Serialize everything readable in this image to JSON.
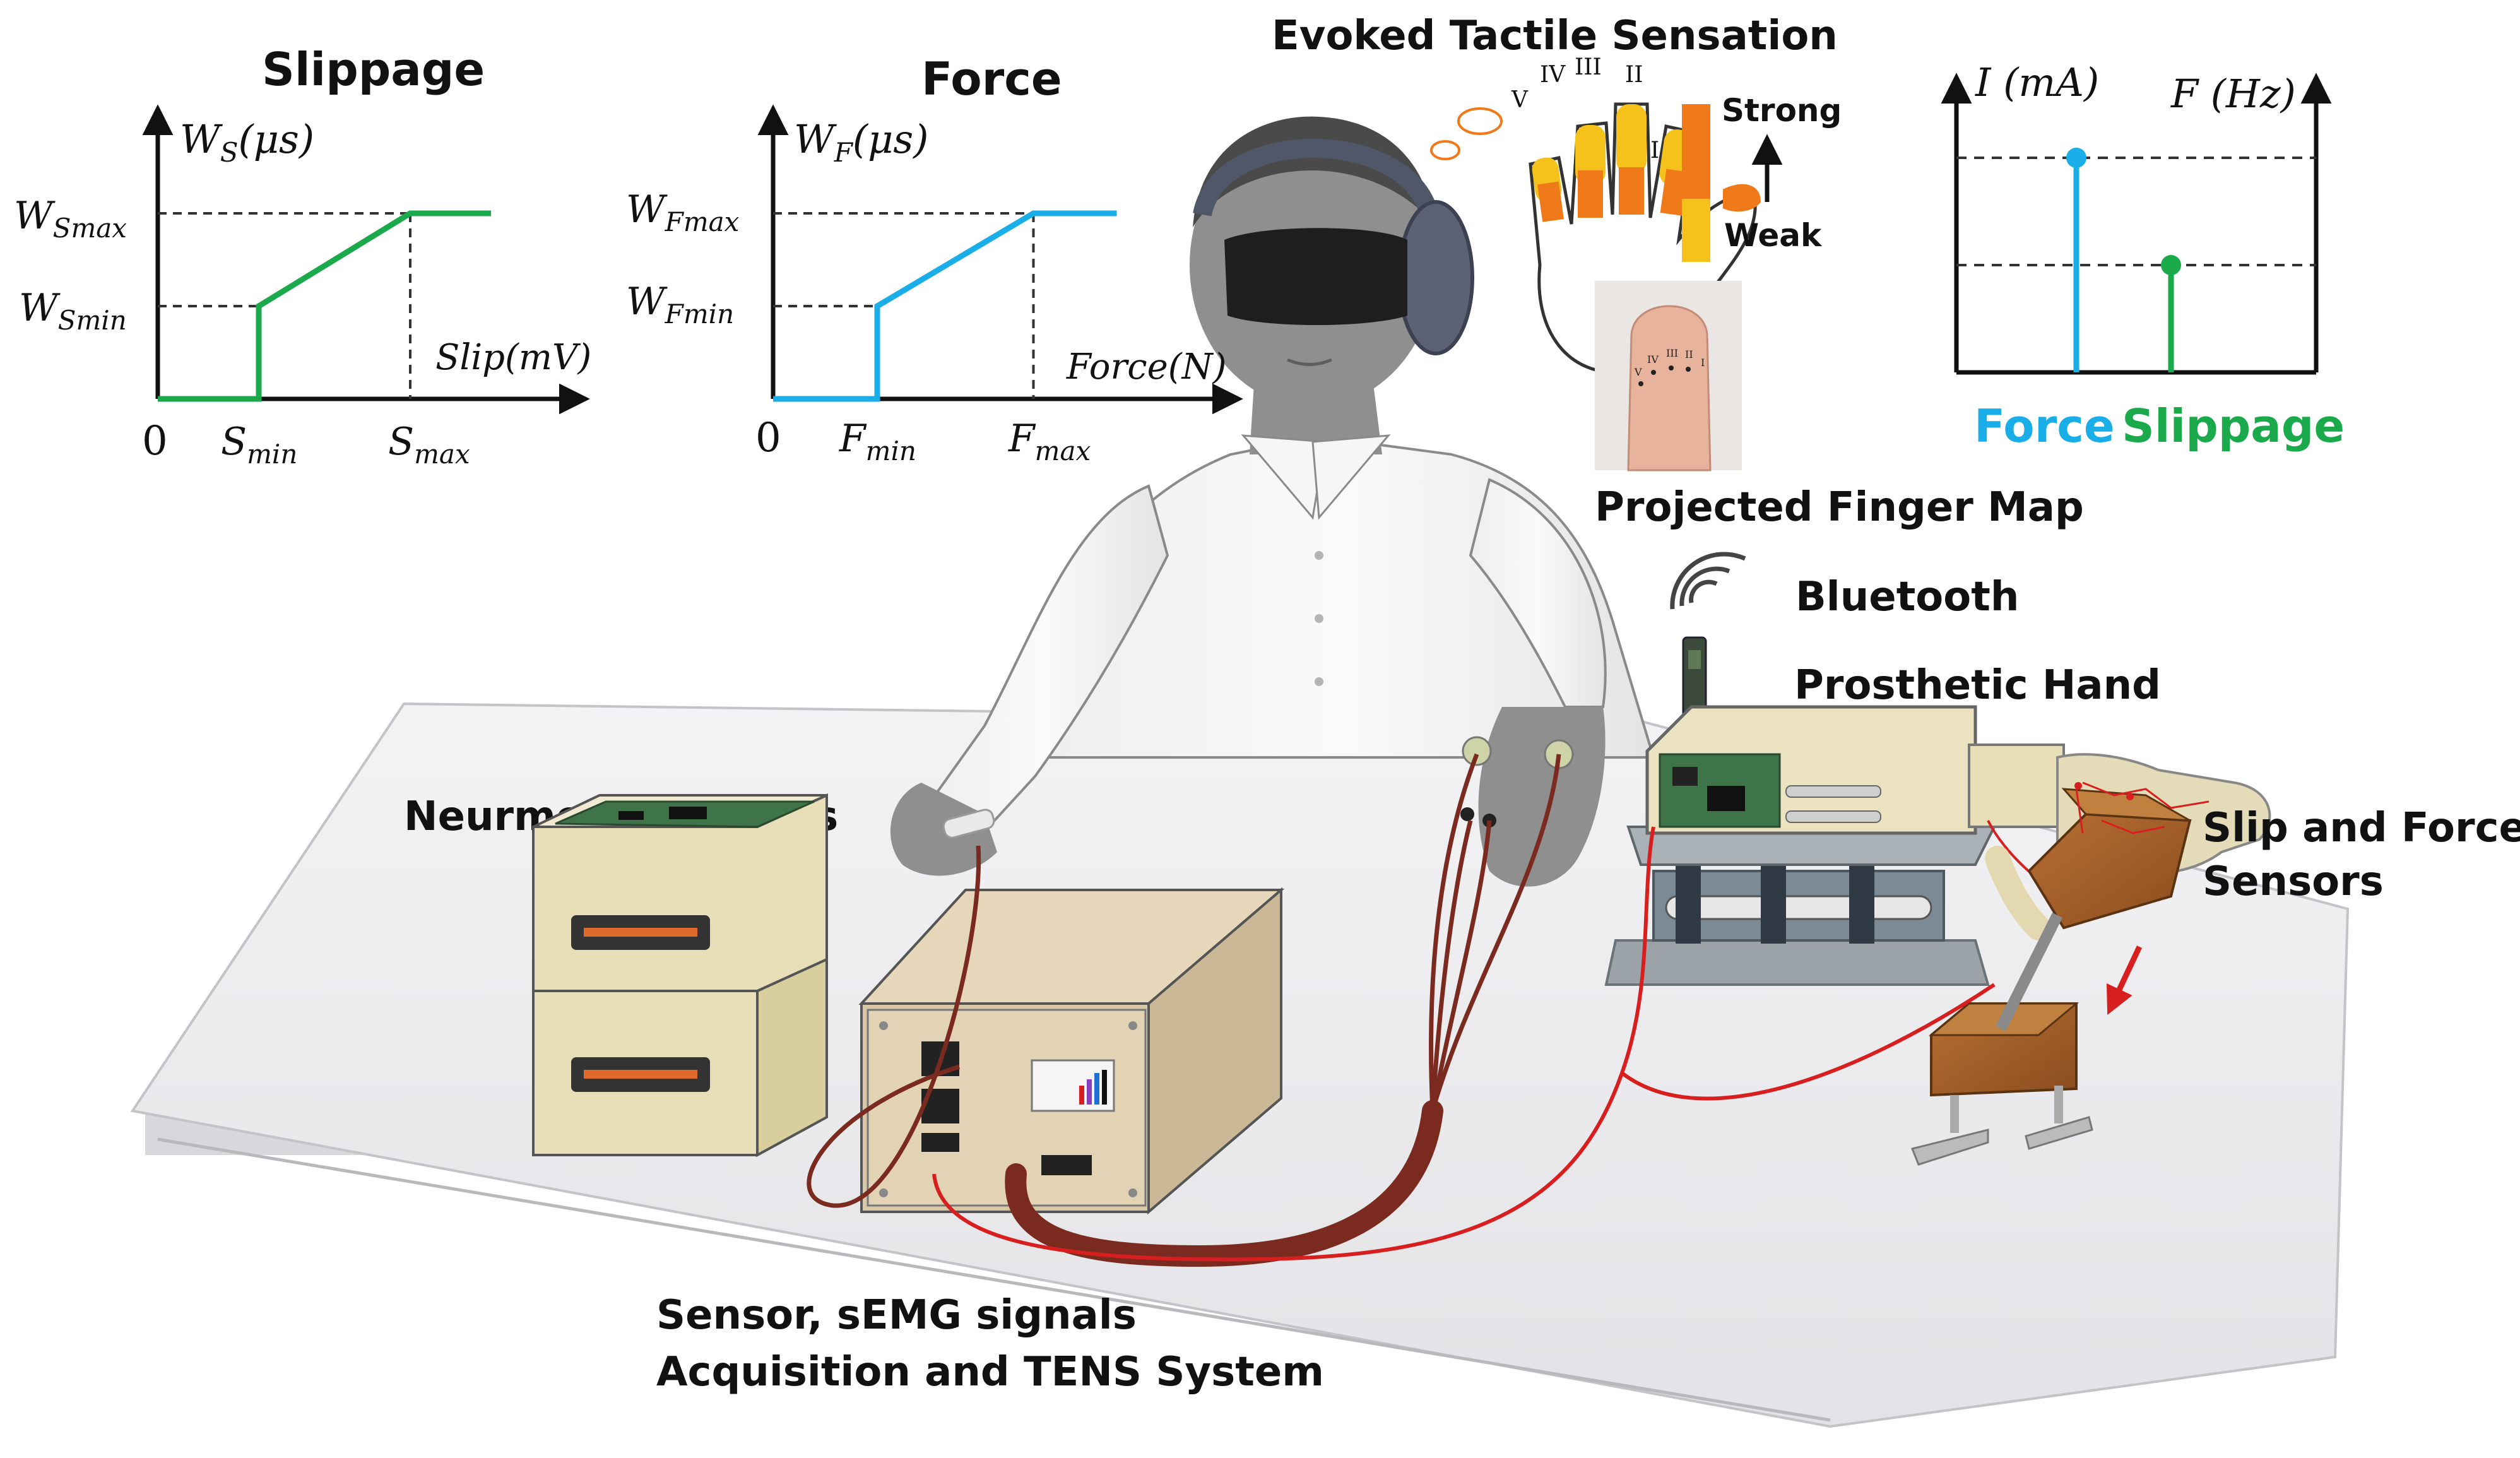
{
  "labels": {
    "evoked_title": "Evoked Tactile Sensation",
    "strong": "Strong",
    "weak": "Weak",
    "projected_map": "Projected Finger Map",
    "bluetooth": "Bluetooth",
    "prosthetic_hand": "Prosthetic Hand",
    "slip_force_1": "Slip and Force",
    "slip_force_2": "Sensors",
    "neuromorphic": "Neurmorphic Chips",
    "acq_1": "Sensor, sEMG signals",
    "acq_2": "Acquisition and TENS System"
  },
  "finger_numerals": [
    "I",
    "II",
    "III",
    "IV",
    "V"
  ],
  "colors": {
    "slippage": "#1aaa4b",
    "force": "#19aee8",
    "strong": "#f07a1a",
    "weak": "#f5c21b",
    "cable": "#7a2a1e",
    "red_wire": "#d81f1f"
  },
  "charts": {
    "slippage": {
      "title": "Slippage",
      "y_axis": "W",
      "y_sub": "S",
      "y_unit": "(μs)",
      "x_axis": "Slip(mV)",
      "origin": "0",
      "y_high": "W",
      "y_high_sub": "Smax",
      "y_low": "W",
      "y_low_sub": "Smin",
      "x_low": "S",
      "x_low_sub": "min",
      "x_high": "S",
      "x_high_sub": "max"
    },
    "force": {
      "title": "Force",
      "y_axis": "W",
      "y_sub": "F",
      "y_unit": "(μs)",
      "x_axis": "Force(N)",
      "origin": "0",
      "y_high": "W",
      "y_high_sub": "Fmax",
      "y_low": "W",
      "y_low_sub": "Fmin",
      "x_low": "F",
      "x_low_sub": "min",
      "x_high": "F",
      "x_high_sub": "max"
    },
    "stim": {
      "left_axis": "I (mA)",
      "right_axis": "F (Hz)",
      "force_label": "Force",
      "slip_label": "Slippage"
    }
  },
  "chart_data": [
    {
      "type": "line",
      "title": "Slippage",
      "xlabel": "Slip(mV)",
      "ylabel": "W_S(μs)",
      "x_ticks": [
        "0",
        "S_min",
        "S_max"
      ],
      "y_ticks": [
        "W_Smin",
        "W_Smax"
      ],
      "series": [
        {
          "name": "Slippage",
          "x": [
            0,
            1,
            1,
            2.5,
            3.3
          ],
          "y": [
            0,
            0,
            1,
            2,
            2
          ]
        }
      ]
    },
    {
      "type": "line",
      "title": "Force",
      "xlabel": "Force(N)",
      "ylabel": "W_F(μs)",
      "x_ticks": [
        "0",
        "F_min",
        "F_max"
      ],
      "y_ticks": [
        "W_Fmin",
        "W_Fmax"
      ],
      "series": [
        {
          "name": "Force",
          "x": [
            0,
            1,
            1,
            2.5,
            3.3
          ],
          "y": [
            0,
            0,
            1,
            2,
            2
          ]
        }
      ]
    },
    {
      "type": "scatter",
      "title": "",
      "xlabel": "",
      "ylabel": "I (mA) / F (Hz)",
      "categories": [
        "Force",
        "Slippage"
      ],
      "series": [
        {
          "name": "Force",
          "values": [
            2
          ]
        },
        {
          "name": "Slippage",
          "values": [
            1
          ]
        }
      ]
    }
  ]
}
